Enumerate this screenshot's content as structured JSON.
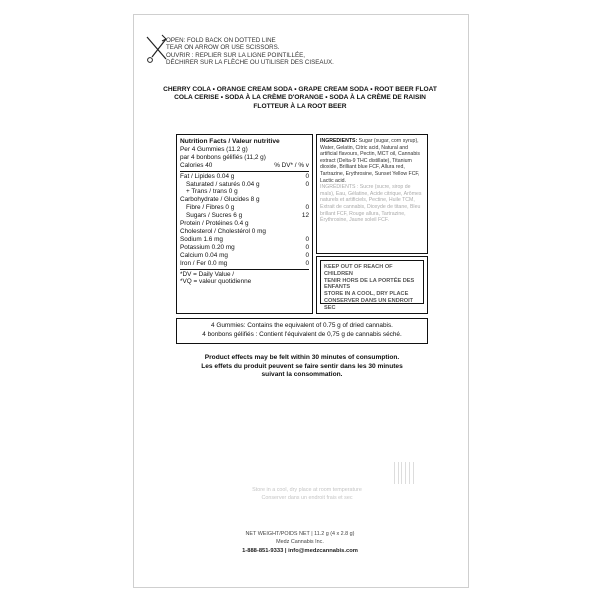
{
  "open_instructions": [
    "OPEN: FOLD BACK ON DOTTED LINE",
    "TEAR ON ARROW OR USE SCISSORS.",
    "OUVRIR : REPLIER SUR LA LIGNE POINTILLÉE,",
    "DÉCHIRER SUR LA FLÈCHE OU UTILISER DES CISEAUX."
  ],
  "flavors": [
    "CHERRY COLA • ORANGE CREAM SODA • GRAPE CREAM SODA • ROOT BEER FLOAT",
    "COLA CERISE • SODA À LA CRÈME D'ORANGE • SODA À LA CRÈME DE RAISIN",
    "FLOTTEUR À LA ROOT BEER"
  ],
  "nutrition": {
    "title": "Nutrition Facts / Valeur nutritive",
    "serving_en": "Per 4 Gummies (11.2 g)",
    "serving_fr": "par 4 bonbons gélifiés (11,2 g)",
    "calories": "Calories 40",
    "dv_header": "% DV* / % v",
    "rows": [
      {
        "label": "Fat / Lipides 0.04 g",
        "dv": "0",
        "indent": false
      },
      {
        "label": "Saturated / saturés 0.04 g",
        "dv": "0",
        "indent": true
      },
      {
        "label": "+ Trans / trans 0 g",
        "dv": "",
        "indent": true
      },
      {
        "label": "Carbohydrate / Glucides 8 g",
        "dv": "",
        "indent": false
      },
      {
        "label": "Fibre / Fibres 0 g",
        "dv": "0",
        "indent": true
      },
      {
        "label": "Sugars / Sucres 6 g",
        "dv": "12",
        "indent": true
      },
      {
        "label": "Protein / Protéines 0.4 g",
        "dv": "",
        "indent": false
      },
      {
        "label": "Cholesterol / Cholestérol 0 mg",
        "dv": "",
        "indent": false
      },
      {
        "label": "Sodium 1.6 mg",
        "dv": "0",
        "indent": false
      },
      {
        "label": "Potassium 0.20 mg",
        "dv": "0",
        "indent": false
      },
      {
        "label": "Calcium 0.04 mg",
        "dv": "0",
        "indent": false
      },
      {
        "label": "Iron / Fer 0.0 mg",
        "dv": "0",
        "indent": false
      }
    ],
    "footnote_en": "*DV = Daily Value /",
    "footnote_fr": "*VQ = valeur quotidienne"
  },
  "ingredients": {
    "label": "INGREDIENTS:",
    "text": "Sugar (sugar, corn syrup), Water, Gelatin, Citric acid, Natural and artificial flavours, Pectin, MCT oil, Cannabis extract (Delta-9 THC distillate), Titanium dioxide, Brilliant blue FCF, Allura red, Tartrazine, Erythrosine, Sunset Yellow FCF, Lactic acid.",
    "text_fr": "INGRÉDIENTS : Sucre (sucre, sirop de maïs), Eau, Gélatine, Acide citrique, Arômes naturels et artificiels, Pectine, Huile TCM, Extrait de cannabis, Dioxyde de titane, Bleu brillant FCF, Rouge allura, Tartrazine, Érythrosine, Jaune soleil FCF."
  },
  "warning": [
    "KEEP OUT OF REACH OF CHILDREN",
    "TENIR HORS DE LA PORTÉE DES ENFANTS",
    "STORE IN A COOL, DRY PLACE",
    "CONSERVER DANS UN ENDROIT SEC"
  ],
  "equivalency": [
    "4 Gummies: Contains the equivalent of 0.75 g of dried cannabis.",
    "4 bonbons gélifiés : Contient l'équivalent de 0,75 g de cannabis séché."
  ],
  "effects": [
    "Product effects may be felt within 30 minutes of consumption.",
    "Les effets du produit peuvent se faire sentir dans les 30 minutes",
    "suivant la consommation."
  ],
  "storage": [
    "Store in a cool, dry place at room temperature",
    "Conserver dans un endroit frais et sec"
  ],
  "footer": {
    "net_weight": "NET WEIGHT/POIDS NET | 11.2 g (4 x 2.8 g)",
    "company": "Medz Cannabis Inc.",
    "contact": "1-888-851-9333 | info@medzcannabis.com"
  }
}
